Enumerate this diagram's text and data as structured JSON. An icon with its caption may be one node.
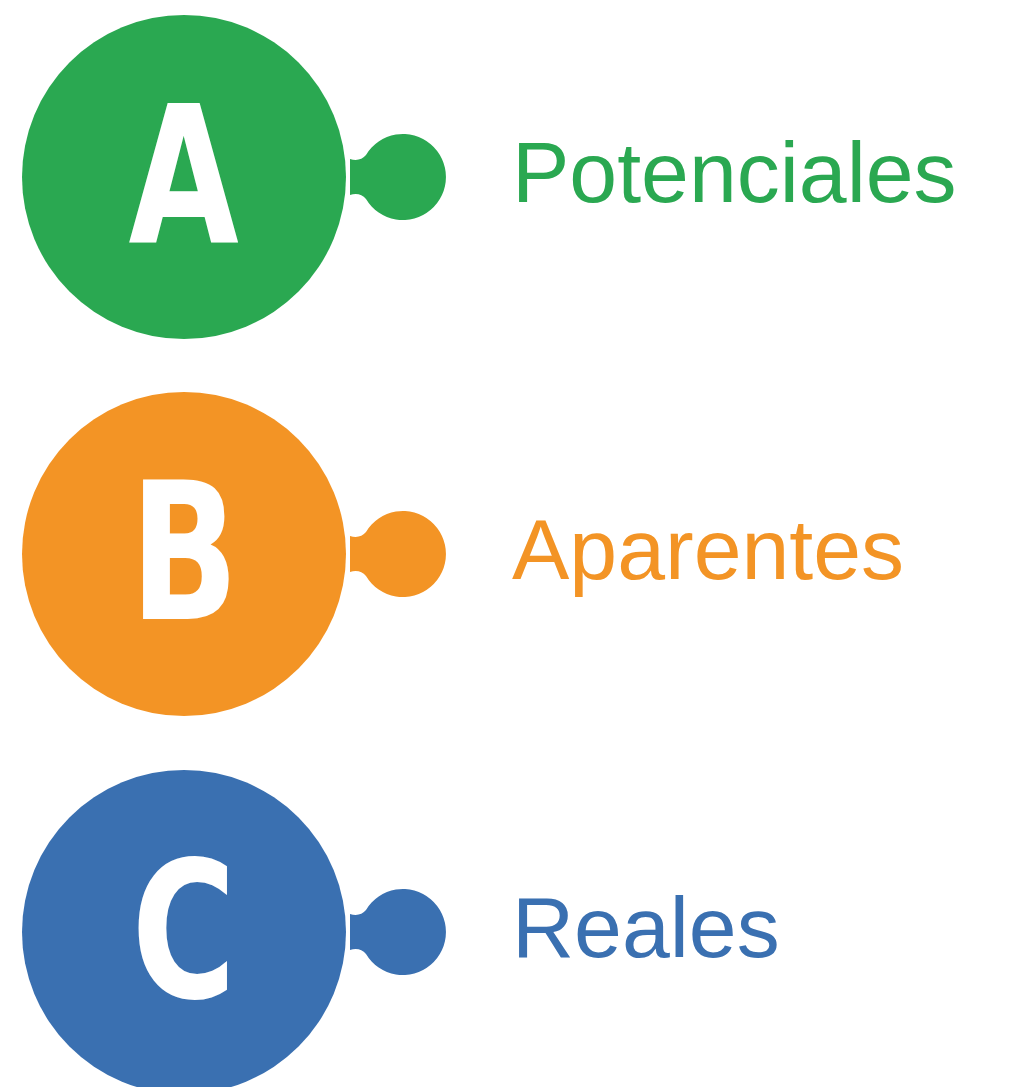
{
  "diagram": {
    "nodes": [
      {
        "text": [
          "A"
        ],
        "beside": [
          "Potenciales"
        ]
      },
      {
        "text": [
          "B"
        ],
        "beside": [
          "Aparentes"
        ]
      },
      {
        "text": [
          "C"
        ],
        "beside": [
          "Reales"
        ]
      }
    ]
  }
}
